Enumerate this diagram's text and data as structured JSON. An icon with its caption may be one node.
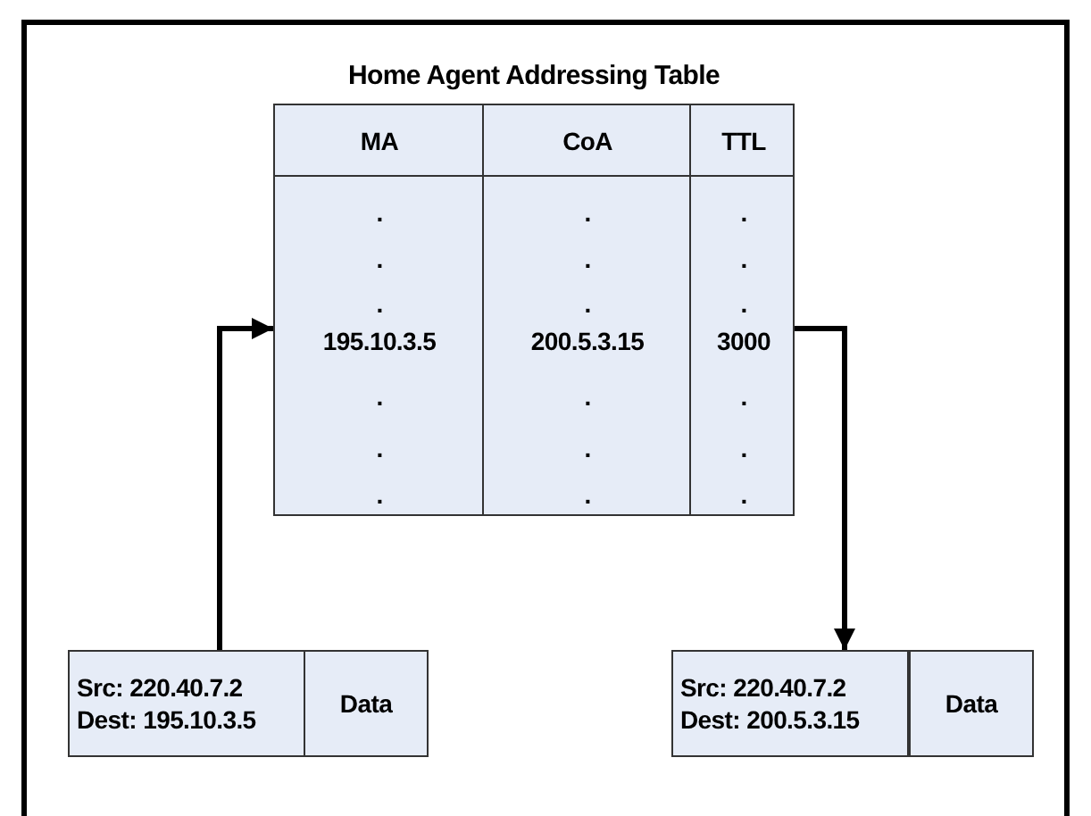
{
  "diagram": {
    "nodes": [
      {
        "text": [
          "Home Agent Addressing Table"
        ]
      },
      {
        "text": [
          "Src: 220.40.7.2",
          "Dest: 195.10.3.5"
        ]
      },
      {
        "text": [
          "Data"
        ]
      },
      {
        "text": [
          "Src: 220.40.7.2",
          "Dest: 200.5.3.15"
        ]
      },
      {
        "text": [
          "Data"
        ]
      }
    ],
    "edges": [
      {
        "from": 1,
        "to": 0,
        "arrow": "to"
      },
      {
        "from": 0,
        "to": 3,
        "arrow": "to"
      }
    ],
    "labels": [
      "MA",
      "CoA",
      "TTL",
      ".",
      ".",
      ".",
      ".",
      ".",
      ".",
      ".",
      ".",
      ".",
      "195.10.3.5",
      "200.5.3.15",
      "3000",
      ".",
      ".",
      ".",
      ".",
      ".",
      ".",
      ".",
      ".",
      "."
    ]
  }
}
